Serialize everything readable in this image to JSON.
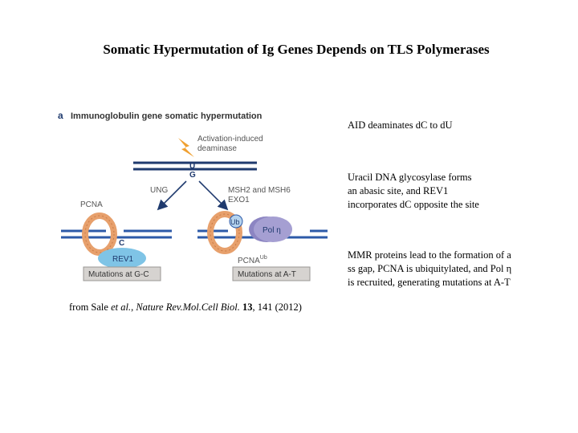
{
  "slide": {
    "title": "Somatic Hypermutation of Ig Genes Depends on TLS Polymerases"
  },
  "figure": {
    "panel_letter": "a",
    "panel_title": "Immunoglobulin gene somatic hypermutation",
    "aid_label_line1": "Activation-induced",
    "aid_label_line2": "deaminase",
    "base_u": "U",
    "base_g": "G",
    "ung_label": "UNG",
    "msh_label_line1": "MSH2 and MSH6",
    "msh_label_line2": "EXO1",
    "pcna_label": "PCNA",
    "base_c": "C",
    "rev1_label": "REV1",
    "ub_label": "Ub",
    "poleta_label": "Pol η",
    "pcna_ub_label": "PCNA",
    "pcna_ub_sup": "Ub",
    "result_left": "Mutations at G-C",
    "result_right": "Mutations at A-T",
    "colors": {
      "navy": "#1f3a6e",
      "dna_blue": "#2d5aa8",
      "pcna_orange": "#e7a06c",
      "rev1_blue": "#7fc4e6",
      "pol_purple": "#a59fd2",
      "result_box": "#d6d3d0",
      "aid_orange": "#f0a030"
    }
  },
  "notes": {
    "step1": [
      "AID deaminates dC to dU"
    ],
    "step2": [
      "Uracil DNA glycosylase forms",
      "an abasic site, and REV1",
      "incorporates dC opposite the site"
    ],
    "step3": [
      "MMR proteins lead to the formation of a",
      "ss gap, PCNA is ubiquitylated, and Pol η",
      "is recruited, generating mutations at A-T"
    ]
  },
  "credit": {
    "prefix": "from Sale ",
    "etal": "et al.",
    "comma": ", ",
    "journal": "Nature Rev.Mol.Cell Biol.",
    "volume": "13",
    "rest": ", 141 (2012)"
  }
}
